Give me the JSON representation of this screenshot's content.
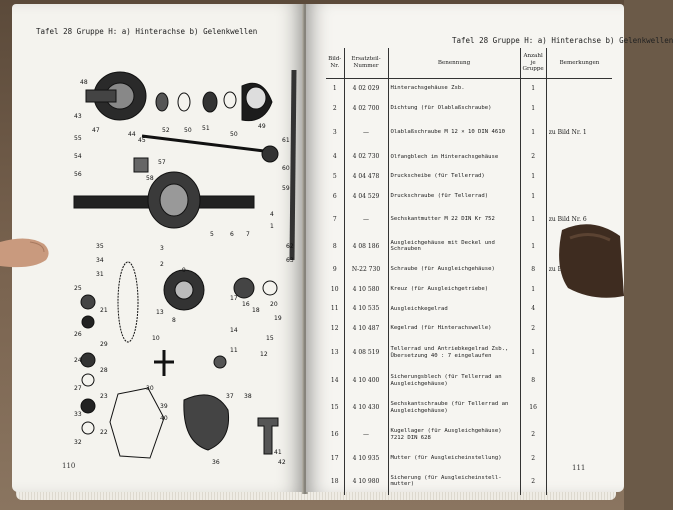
{
  "left_page": {
    "header": "Tafel 28 Gruppe H: a) Hinterachse b) Gelenkwellen",
    "page_number": "110",
    "callouts": [
      "48",
      "51",
      "52",
      "50",
      "50",
      "49",
      "45",
      "47",
      "44",
      "43",
      "55",
      "54",
      "56",
      "57",
      "58",
      "61",
      "60",
      "59",
      "3",
      "5",
      "6",
      "7",
      "4",
      "1",
      "2",
      "9",
      "17",
      "8",
      "16",
      "18",
      "20",
      "19",
      "13",
      "15",
      "14",
      "10",
      "11",
      "12",
      "62",
      "63",
      "35",
      "34",
      "31",
      "25",
      "21",
      "26",
      "29",
      "24",
      "28",
      "27",
      "23",
      "33",
      "22",
      "32",
      "30",
      "36",
      "37",
      "38",
      "39",
      "40",
      "41",
      "42"
    ]
  },
  "right_page": {
    "header": "Tafel 28 Gruppe H: a) Hinterachse b) Gelenkwellen",
    "page_number": "111",
    "columns": [
      "Bild-Nr.",
      "Ersatzteil-Nummer",
      "Benennung",
      "Anzahl je Gruppe",
      "Bemerkungen"
    ],
    "rows": [
      {
        "nr": "1",
        "part": "4 02 029",
        "name": "Hinterachsgehäuse Zsb.",
        "qty": "1",
        "note": ""
      },
      {
        "nr": "2",
        "part": "4 02 700",
        "name": "Dichtung (für Olablaßschraube)",
        "qty": "1",
        "note": ""
      },
      {
        "nr": "3",
        "part": "—",
        "name": "Olablaßschraube M 12 × 10 DIN 4610",
        "qty": "1",
        "note": "zu Bild Nr. 1"
      },
      {
        "nr": "4",
        "part": "4 02 730",
        "name": "Olfangblech im Hinterachsgehäuse",
        "qty": "2",
        "note": ""
      },
      {
        "nr": "5",
        "part": "4 04 478",
        "name": "Druckscheibe (für Tellerrad)",
        "qty": "1",
        "note": ""
      },
      {
        "nr": "6",
        "part": "4 04 529",
        "name": "Druckschraube (für Tellerrad)",
        "qty": "1",
        "note": ""
      },
      {
        "nr": "7",
        "part": "—",
        "name": "Sechskantmutter M 22 DIN Kr 752",
        "qty": "1",
        "note": "zu Bild Nr. 6"
      },
      {
        "nr": "8",
        "part": "4 08 186",
        "name": "Ausgleichgehäuse mit Deckel und Schrauben",
        "qty": "1",
        "note": ""
      },
      {
        "nr": "9",
        "part": "N-22 730",
        "name": "Schraube (für Ausgleichgehäuse)",
        "qty": "8",
        "note": "zu Bild Nr. 8"
      },
      {
        "nr": "10",
        "part": "4 10 580",
        "name": "Kreuz (für Ausgleichgetriebe)",
        "qty": "1",
        "note": ""
      },
      {
        "nr": "11",
        "part": "4 10 535",
        "name": "Ausgleichkegelrad",
        "qty": "4",
        "note": ""
      },
      {
        "nr": "12",
        "part": "4 10 487",
        "name": "Kegelrad (für Hinterachswelle)",
        "qty": "2",
        "note": ""
      },
      {
        "nr": "13",
        "part": "4 08 519",
        "name": "Tellerrad und Antriebkegelrad Zsb., Übersetzung 40 : 7 eingelaufen",
        "qty": "1",
        "note": ""
      },
      {
        "nr": "14",
        "part": "4 10 400",
        "name": "Sicherungsblech (für Tellerrad an Ausgleichgehäuse)",
        "qty": "8",
        "note": ""
      },
      {
        "nr": "15",
        "part": "4 10 430",
        "name": "Sechskantschraube (für Tellerrad an Ausgleichgehäuse)",
        "qty": "16",
        "note": ""
      },
      {
        "nr": "16",
        "part": "—",
        "name": "Kugellager (für Ausgleichgehäuse) 7212 DIN 628",
        "qty": "2",
        "note": ""
      },
      {
        "nr": "17",
        "part": "4 10 935",
        "name": "Mutter (für Ausgleicheinstellung)",
        "qty": "2",
        "note": ""
      },
      {
        "nr": "18",
        "part": "4 10 980",
        "name": "Sicherung (für Ausgleicheinstell-mutter)",
        "qty": "2",
        "note": ""
      }
    ]
  }
}
